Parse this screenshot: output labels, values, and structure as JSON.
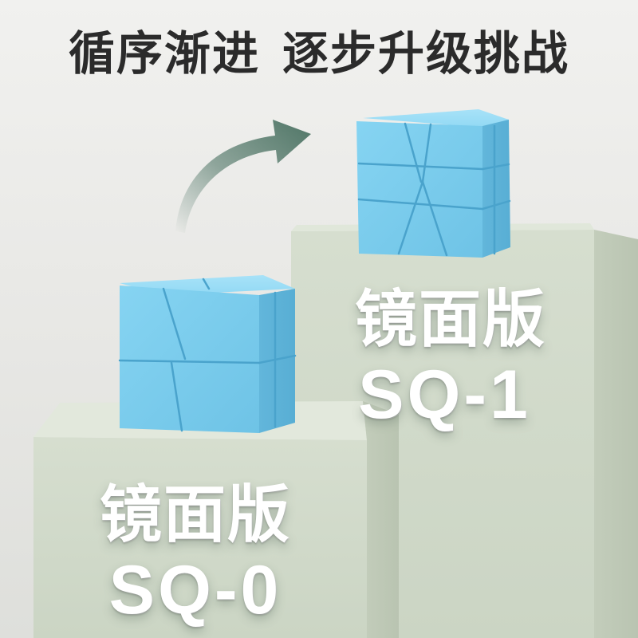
{
  "headline": {
    "part1": "循序渐进",
    "part2": "逐步升级挑战"
  },
  "products": [
    {
      "edition": "镜面版",
      "model": "SQ-0"
    },
    {
      "edition": "镜面版",
      "model": "SQ-1"
    }
  ],
  "colors": {
    "background": "#ecece9",
    "pedestal": "#d3dccd",
    "cube_blue": "#72c8ea",
    "arrow": "#4f7566",
    "label_text": "#ffffff",
    "headline_text": "#2b2b2b"
  }
}
